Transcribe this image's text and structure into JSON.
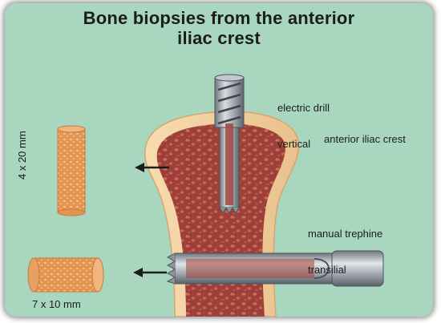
{
  "title_line1": "Bone biopsies from the anterior",
  "title_line2": "iliac crest",
  "labels": {
    "drill_line1": "electric drill",
    "drill_line2": "vertical",
    "crest": "anterior iliac crest",
    "trephine_line1": "manual trephine",
    "trephine_line2": "transilial",
    "vertical_sample_size": "4 x 20 mm",
    "horizontal_sample_size": "7 x 10 mm"
  },
  "colors": {
    "background": "#a9d6be",
    "bone_outline": "#f6d8a8",
    "marrow": "#a4453d",
    "sample": "#e79a57",
    "metal": "#9aa0a8"
  }
}
